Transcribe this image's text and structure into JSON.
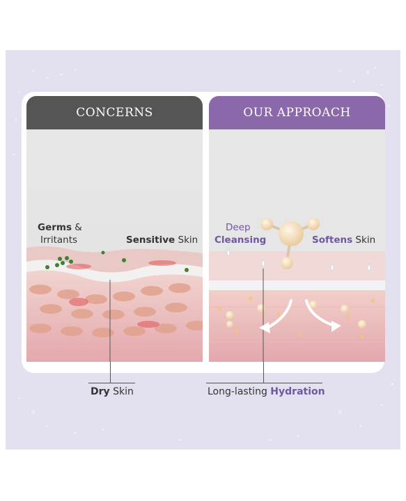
{
  "panels": {
    "left": {
      "header": "CONCERNS",
      "labels": {
        "germs_bold": "Germs",
        "germs_rest": " &",
        "irritants": "Irritants",
        "sensitive_bold": "Sensitive",
        "sensitive_rest": " Skin"
      },
      "bottom_bold": "Dry",
      "bottom_rest": " Skin"
    },
    "right": {
      "header": "OUR APPROACH",
      "labels": {
        "deep": "Deep",
        "cleansing": "Cleansing",
        "softens_bold": "Softens",
        "softens_rest": " Skin"
      },
      "bottom_rest": "Long-lasting ",
      "bottom_bold": "Hydration"
    }
  },
  "colors": {
    "concerns_header": "#555555",
    "approach_header": "#8a68aa",
    "background": "#e3e1ef",
    "accent_purple": "#6e58a0"
  }
}
